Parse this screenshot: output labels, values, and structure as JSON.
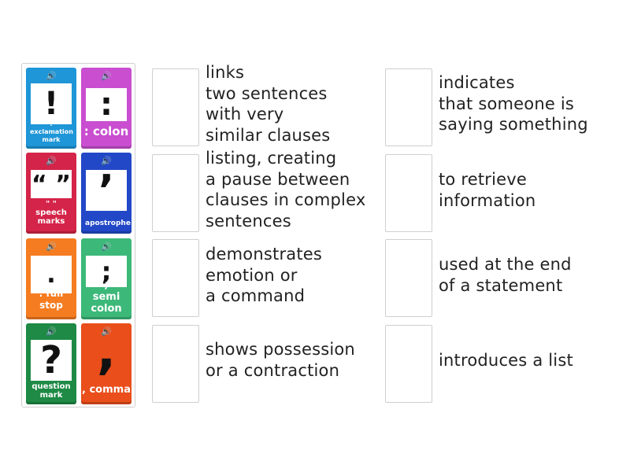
{
  "tiles": [
    {
      "symbol": "!",
      "label": "! exclamation mark",
      "color": "#1e96d8",
      "speaker_icon": "speaker-icon"
    },
    {
      "symbol": ":",
      "label": ": colon",
      "color": "#c94ed0",
      "speaker_icon": "speaker-icon"
    },
    {
      "symbol": "“ ”",
      "label": "\" \" speech marks",
      "color": "#d42449",
      "speaker_icon": "speaker-icon"
    },
    {
      "symbol": "’",
      "label": "’ apostrophe",
      "color": "#2248c7",
      "speaker_icon": "speaker-icon"
    },
    {
      "symbol": ".",
      "label": ". full stop",
      "color": "#f57c20",
      "speaker_icon": "speaker-icon"
    },
    {
      "symbol": ";",
      "label": "; semi colon",
      "color": "#3cb879",
      "speaker_icon": "speaker-icon"
    },
    {
      "symbol": "?",
      "label": "? question mark",
      "color": "#1e8a45",
      "speaker_icon": "speaker-icon"
    },
    {
      "symbol": ",",
      "label": ", comma",
      "color": "#e94e1b",
      "speaker_icon": "speaker-icon"
    }
  ],
  "descriptions": [
    {
      "text": "links\ntwo sentences\nwith very\nsimilar clauses"
    },
    {
      "text": "indicates\nthat someone is\nsaying something"
    },
    {
      "text": "listing, creating\na pause between\nclauses in complex\nsentences"
    },
    {
      "text": "to retrieve\ninformation"
    },
    {
      "text": "demonstrates\nemotion or\na command"
    },
    {
      "text": "used at the end\nof a statement"
    },
    {
      "text": "shows possession\nor a contraction"
    },
    {
      "text": "introduces a list"
    }
  ]
}
